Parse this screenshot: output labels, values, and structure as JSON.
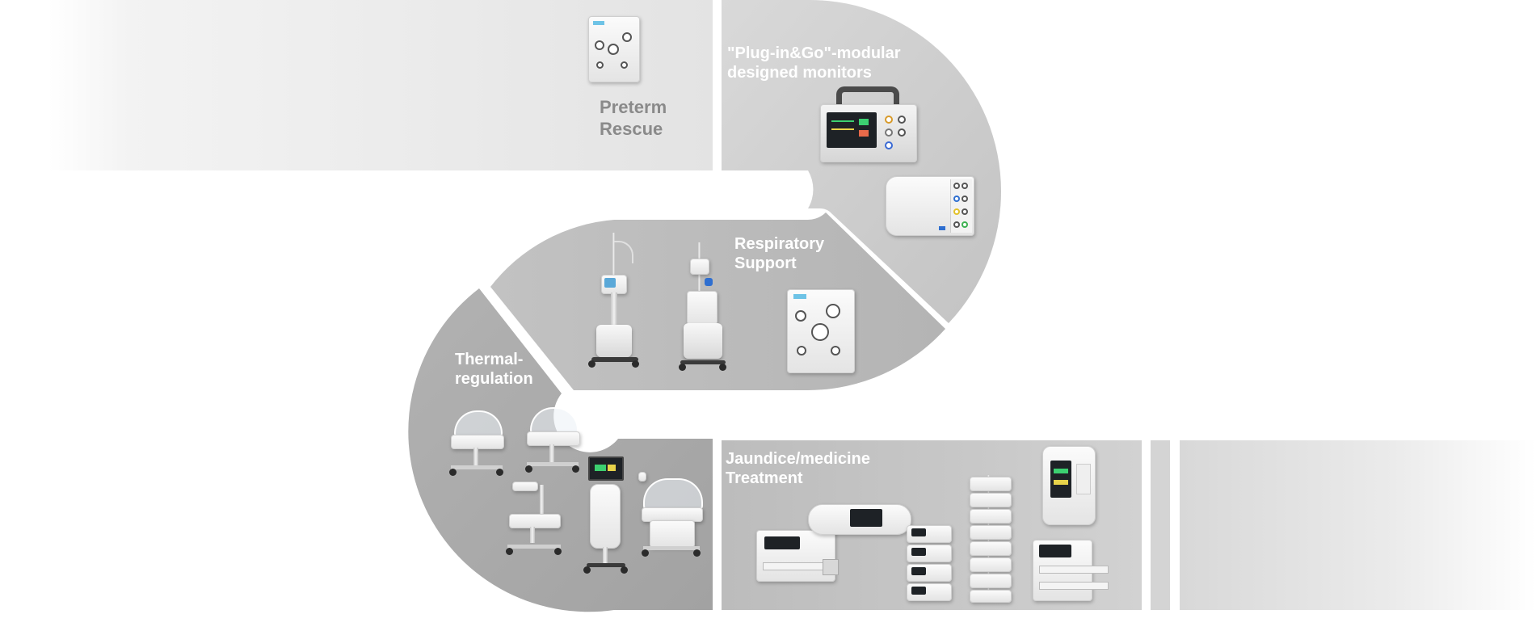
{
  "sections": {
    "preterm_rescue": {
      "line1": "Preterm",
      "line2": "Rescue"
    },
    "monitors": {
      "line1": "\"Plug-in&Go\"-modular",
      "line2": "designed monitors"
    },
    "respiratory": {
      "line1": "Respiratory",
      "line2": "Support"
    },
    "thermal": {
      "line1": "Thermal-",
      "line2": "regulation"
    },
    "jaundice": {
      "line1": "Jaundice/medicine",
      "line2": "Treatment"
    }
  },
  "colors": {
    "band_light": "#e6e6e6",
    "band_mid": "#c9c9c9",
    "band_dark": "#adadad",
    "label_light": "#ffffff",
    "label_gray": "#8a8a8a"
  },
  "devices": [
    "preterm-resuscitator-unit",
    "transport-monitor",
    "modular-monitor",
    "ventilator-cart",
    "cpap-cart",
    "resuscitator-unit",
    "incubator",
    "transport-incubator",
    "radiant-warmer",
    "phototherapy-cart",
    "closed-incubator",
    "syringe-pump",
    "phototherapy-pad",
    "pump-stack-small",
    "pump-stack-tall",
    "infusion-pump",
    "dual-syringe-pump"
  ]
}
